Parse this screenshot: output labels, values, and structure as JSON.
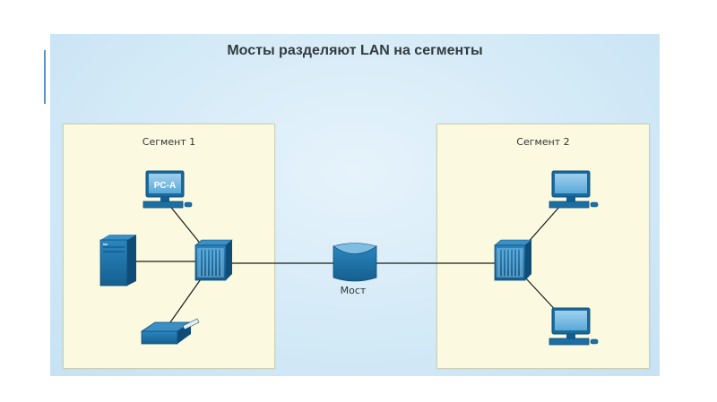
{
  "title": "Мосты разделяют LAN на сегменты",
  "segments": [
    {
      "label": "Сегмент 1"
    },
    {
      "label": "Сегмент 2"
    }
  ],
  "bridge": {
    "label": "Мост"
  },
  "pc_a": {
    "label": "PC-A"
  },
  "colors": {
    "device": "#1d6fa3",
    "device_dark": "#0f4d78",
    "segment_fill": "#fbfae1",
    "background": "#d4eaf7"
  }
}
